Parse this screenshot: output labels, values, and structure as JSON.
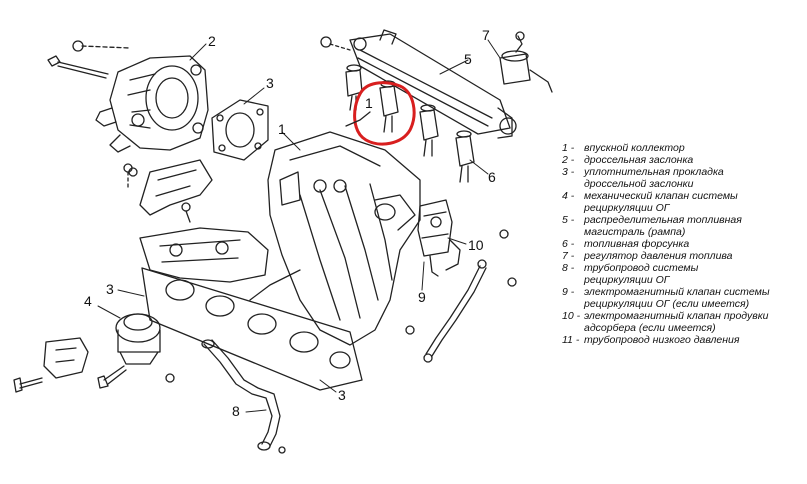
{
  "callouts": {
    "c1_main": "1",
    "c1_circle": "1",
    "c2": "2",
    "c3_top": "3",
    "c3_left": "3",
    "c3_bottom": "3",
    "c4": "4",
    "c5": "5",
    "c6": "6",
    "c7": "7",
    "c8": "8",
    "c9": "9",
    "c10": "10"
  },
  "highlight_color": "#d81f1f",
  "legend": {
    "items": [
      {
        "num": "1 -",
        "lines": [
          "впускной коллектор"
        ]
      },
      {
        "num": "2 -",
        "lines": [
          "дроссельная заслонка"
        ]
      },
      {
        "num": "3 -",
        "lines": [
          "уплотнительная прокладка",
          "дроссельной заслонки"
        ]
      },
      {
        "num": "4 -",
        "lines": [
          "механический клапан системы",
          "рециркуляции ОГ"
        ]
      },
      {
        "num": "5 -",
        "lines": [
          "распределительная топливная",
          "магистраль (рампа)"
        ]
      },
      {
        "num": "6 -",
        "lines": [
          "топливная форсунка"
        ]
      },
      {
        "num": "7 -",
        "lines": [
          "регулятор давления топлива"
        ]
      },
      {
        "num": "8 -",
        "lines": [
          "трубопровод системы",
          "рециркуляции ОГ"
        ]
      },
      {
        "num": "9 -",
        "lines": [
          "электромагнитный клапан системы",
          "рециркуляции ОГ (если имеется)"
        ]
      },
      {
        "num": "10 -",
        "lines": [
          "электромагнитный клапан продувки",
          "адсорбера (если имеется)"
        ]
      },
      {
        "num": "11 -",
        "lines": [
          "трубопровод низкого давления"
        ]
      }
    ]
  }
}
